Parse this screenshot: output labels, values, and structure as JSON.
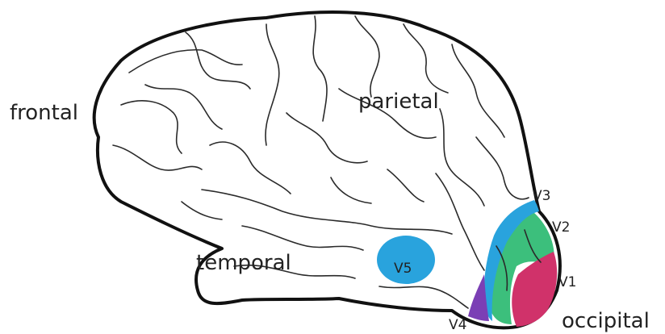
{
  "lobes": {
    "frontal": "frontal",
    "parietal": "parietal",
    "temporal": "temporal",
    "occipital": "occipital"
  },
  "visual_areas": {
    "v1": "V1",
    "v2": "V2",
    "v3": "V3",
    "v4": "V4",
    "v5": "V5"
  },
  "colors": {
    "v1": "#d0326a",
    "v2": "#3cbf7c",
    "v3": "#29a3dd",
    "v4": "#7b3fb5",
    "v5": "#29a3dd",
    "outline": "#111111"
  }
}
